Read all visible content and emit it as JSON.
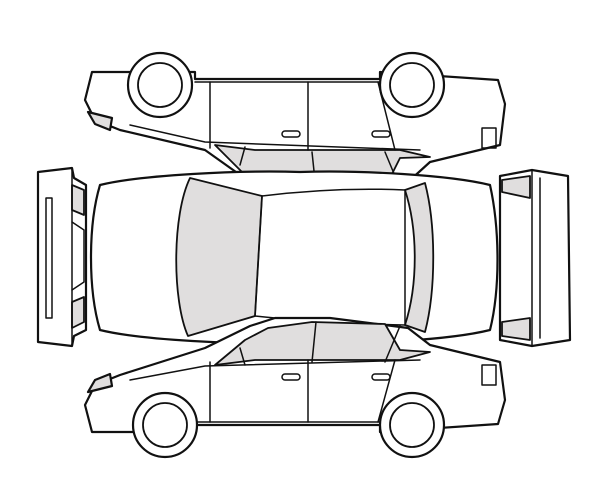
{
  "colors": {
    "background": "#ffffff",
    "outline": "#111111",
    "body_fill": "#ffffff",
    "glass_fill": "#e0dede",
    "light_fill": "#e0dede"
  },
  "views": [
    "side-left-inverted",
    "top",
    "side-right",
    "front",
    "rear"
  ]
}
